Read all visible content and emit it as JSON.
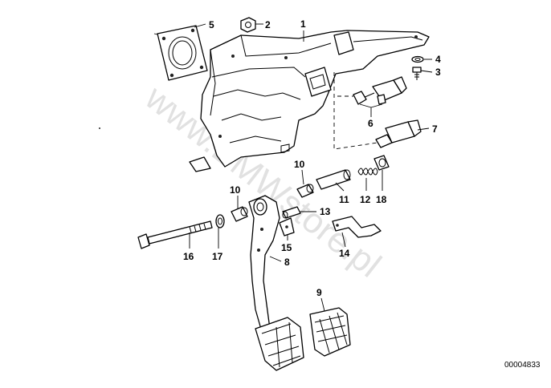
{
  "diagram": {
    "watermark": "www.BMWstore.pl",
    "reference_number": "00004833",
    "callouts": {
      "p1": "1",
      "p2": "2",
      "p3": "3",
      "p4": "4",
      "p5": "5",
      "p6": "6",
      "p7": "7",
      "p8": "8",
      "p9": "9",
      "p10a": "10",
      "p10b": "10",
      "p11": "11",
      "p12": "12",
      "p13": "13",
      "p14": "14",
      "p15": "15",
      "p16": "16",
      "p17": "17",
      "p18": "18"
    }
  }
}
